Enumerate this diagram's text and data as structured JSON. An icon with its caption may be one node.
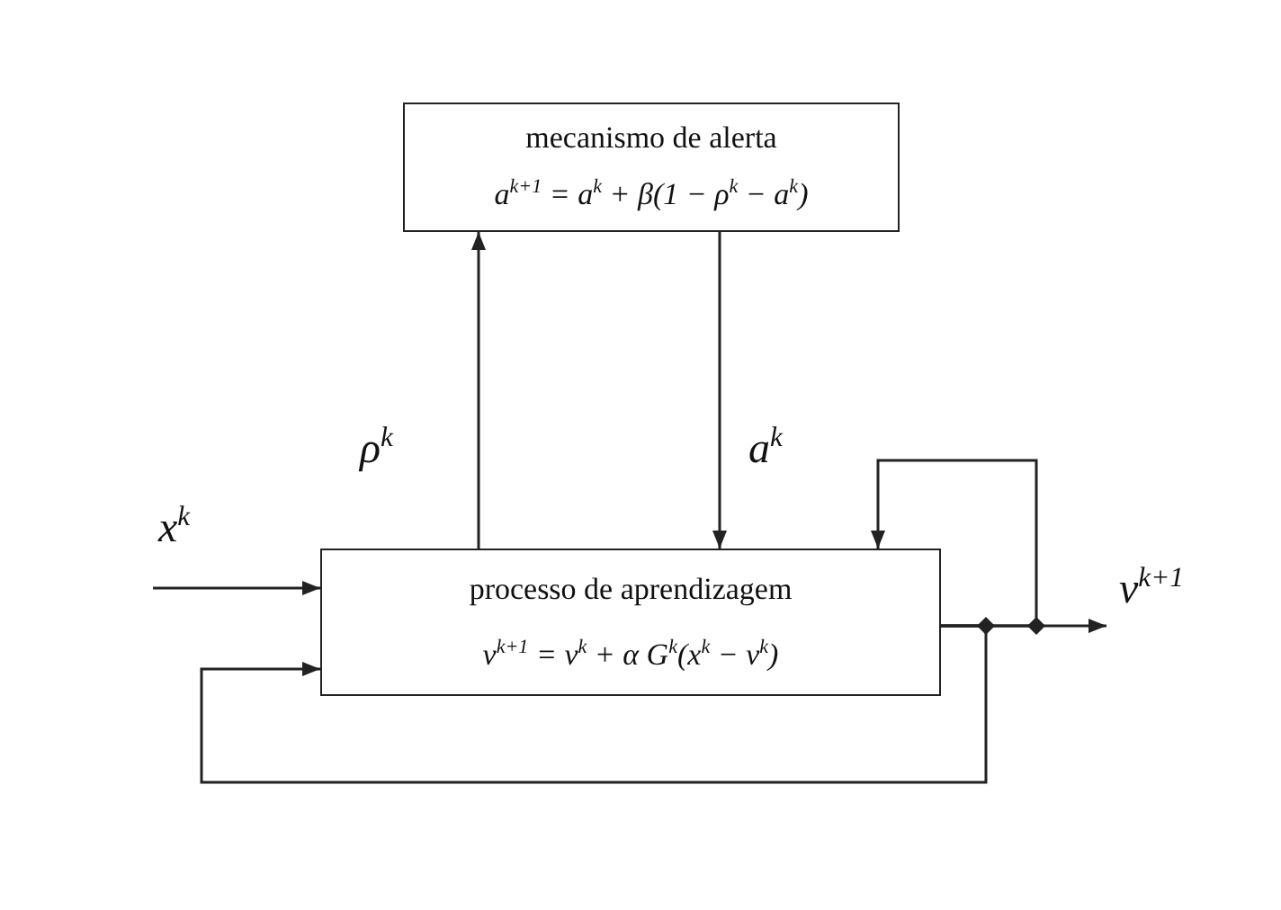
{
  "diagram": {
    "nodes": [
      {
        "text": [
          "mecanismo de alerta",
          "a$^{k+1}$ = a$^{k}$ + β(1 − ρ$^{k}$ − a$^{k}$)"
        ]
      },
      {
        "text": [
          "processo de aprendizagem",
          "v$^{k+1}$ = v$^{k}$ + α G$^{k}$(x$^{k}$ − v$^{k}$)"
        ]
      }
    ],
    "edges": [
      {
        "from": 1,
        "to": 0,
        "arrow": "to",
        "label": "ρ$^{k}$"
      },
      {
        "from": 0,
        "to": 1,
        "arrow": "to",
        "label": "a$^{k}$"
      },
      {
        "from": null,
        "to": 1,
        "arrow": "to",
        "label": "x$^{k}$"
      },
      {
        "from": 1,
        "to": null,
        "arrow": "to",
        "label": "v$^{k+1}$"
      },
      {
        "from": 1,
        "to": 1,
        "arrow": "to"
      },
      {
        "from": 1,
        "to": 1,
        "arrow": "to"
      }
    ]
  }
}
